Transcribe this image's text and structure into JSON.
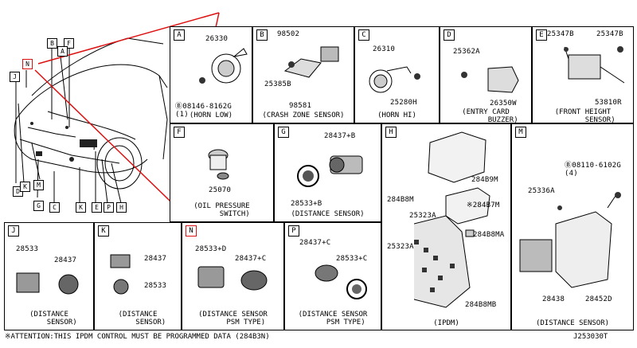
{
  "overview": {
    "n": "N",
    "b": "B",
    "f": "F",
    "a": "A",
    "j": "J",
    "d": "D",
    "k": "K",
    "m": "M",
    "g": "G",
    "c": "C",
    "e": "E",
    "p": "P",
    "h": "H"
  },
  "panels": {
    "a": {
      "tag": "A",
      "p1": "26330",
      "p2": "Ⓑ08146-8162G\n(1)",
      "caption": "(HORN LOW)"
    },
    "b": {
      "tag": "B",
      "p1": "98502",
      "p2": "25385B",
      "p3": "98581",
      "caption": "(CRASH ZONE SENSOR)"
    },
    "c": {
      "tag": "C",
      "p1": "26310",
      "p2": "25280H",
      "caption": "(HORN HI)"
    },
    "d": {
      "tag": "D",
      "p1": "25362A",
      "p2": "26350W",
      "caption": "(ENTRY CARD\n        BUZZER)"
    },
    "e": {
      "tag": "E",
      "p1": "25347B",
      "p2": "25347B",
      "p3": "53810R",
      "caption": "(FRONT HEIGHT\n        SENSOR)"
    },
    "f": {
      "tag": "F",
      "p1": "25070",
      "caption": "(OIL PRESSURE\n      SWITCH)"
    },
    "g": {
      "tag": "G",
      "p1": "28437+B",
      "p2": "28533+B",
      "caption": "(DISTANCE SENSOR)"
    },
    "h": {
      "tag": "H",
      "p1": "284B9M",
      "p2": "284B8M",
      "p3": "25323A",
      "p4": "※284B7M",
      "p5": "284B8MA",
      "p6": "25323A",
      "p7": "284B8MB",
      "caption": "(IPDM)"
    },
    "m": {
      "tag": "M",
      "p1": "Ⓑ08110-6102G\n(4)",
      "p2": "",
      "p3": "25336A",
      "p4": "28438",
      "p5": "28452D",
      "caption": "(DISTANCE SENSOR)"
    },
    "j": {
      "tag": "J",
      "p1": "28533",
      "p2": "28437",
      "caption": "(DISTANCE\n      SENSOR)"
    },
    "k": {
      "tag": "K",
      "p1": "28437",
      "p2": "28533",
      "caption": "(DISTANCE\n      SENSOR)"
    },
    "n": {
      "tag": "N",
      "p1": "28533+D",
      "p2": "28437+C",
      "caption": "(DISTANCE SENSOR\n      PSM TYPE)"
    },
    "p": {
      "tag": "P",
      "p1": "28437+C",
      "p2": "28533+C",
      "caption": "(DISTANCE SENSOR\n      PSM TYPE)"
    }
  },
  "footer": {
    "note": "※ATTENTION:THIS IPDM CONTROL MUST BE PROGRAMMED DATA (284B3N)",
    "diagram_id": "J253030T"
  },
  "colors": {
    "highlight": "#d11111",
    "line": "#000000"
  }
}
